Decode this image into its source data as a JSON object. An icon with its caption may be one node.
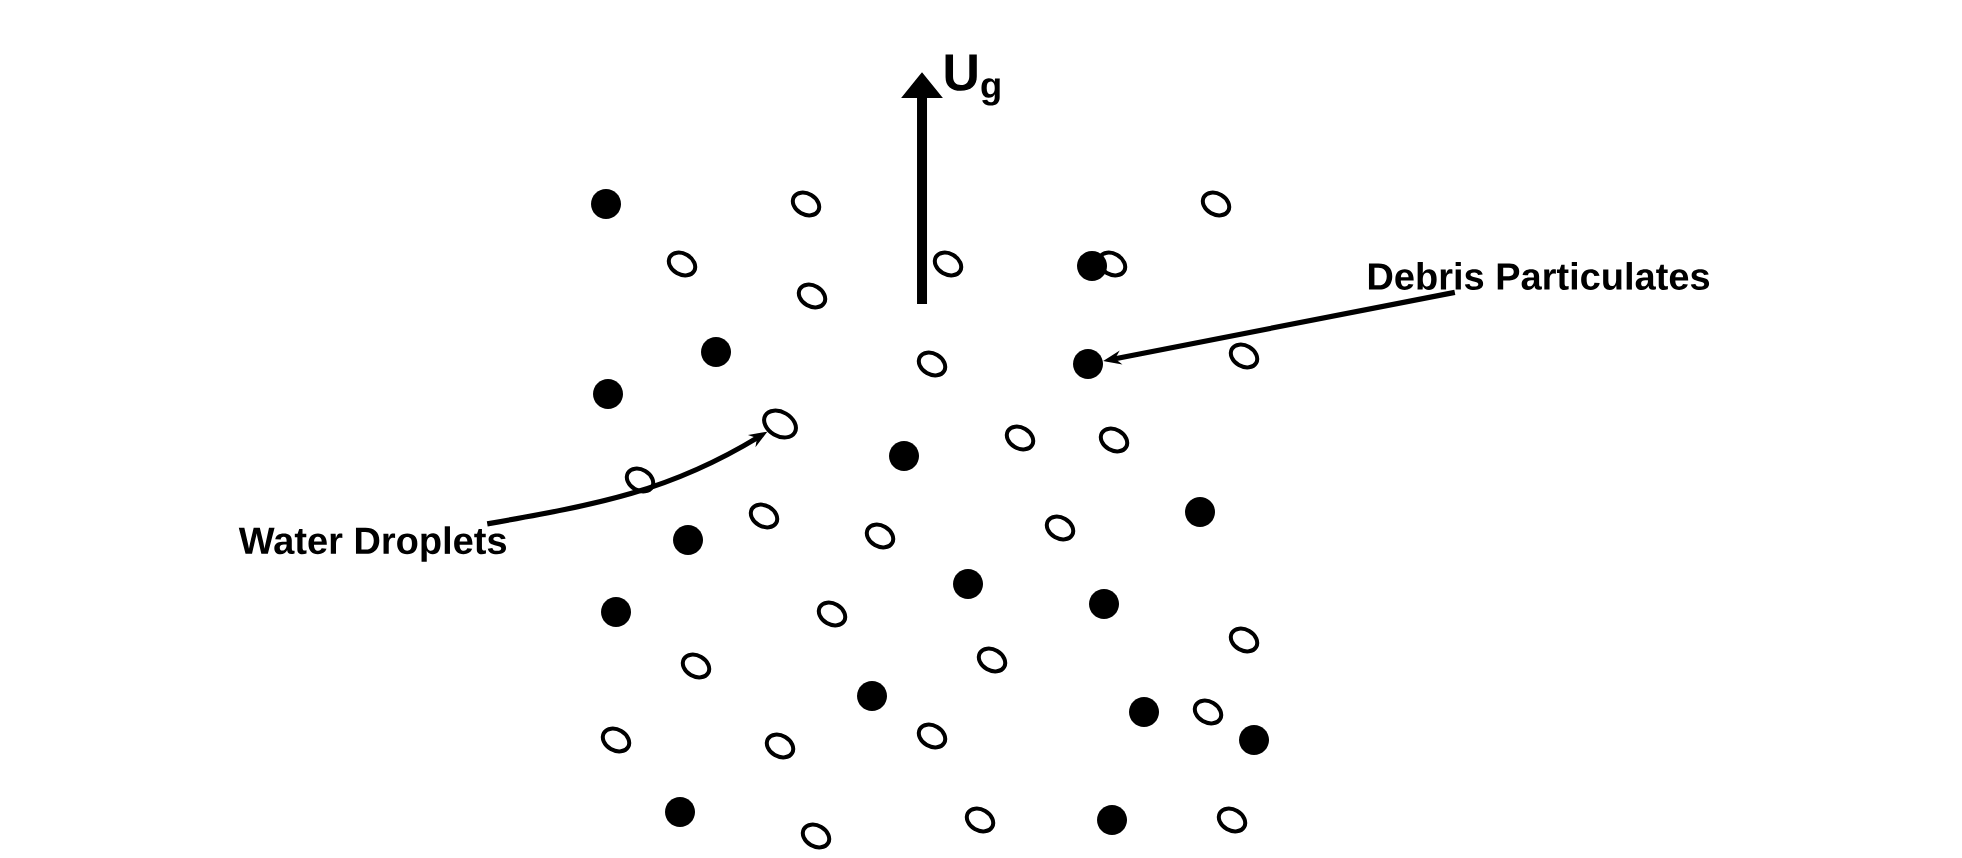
{
  "diagram": {
    "nodes": [
      {
        "text": [
          "Water Droplets"
        ]
      },
      {
        "text": [],
        "shape": "circle"
      },
      {
        "text": [
          "Debris Particulates"
        ]
      },
      {
        "text": [],
        "shape": "circle"
      }
    ],
    "edges": [
      {
        "from": 0,
        "to": 1,
        "arrow": "to"
      },
      {
        "from": 2,
        "to": 3,
        "arrow": "to"
      }
    ],
    "labels": [
      "U$_{g}$"
    ]
  }
}
